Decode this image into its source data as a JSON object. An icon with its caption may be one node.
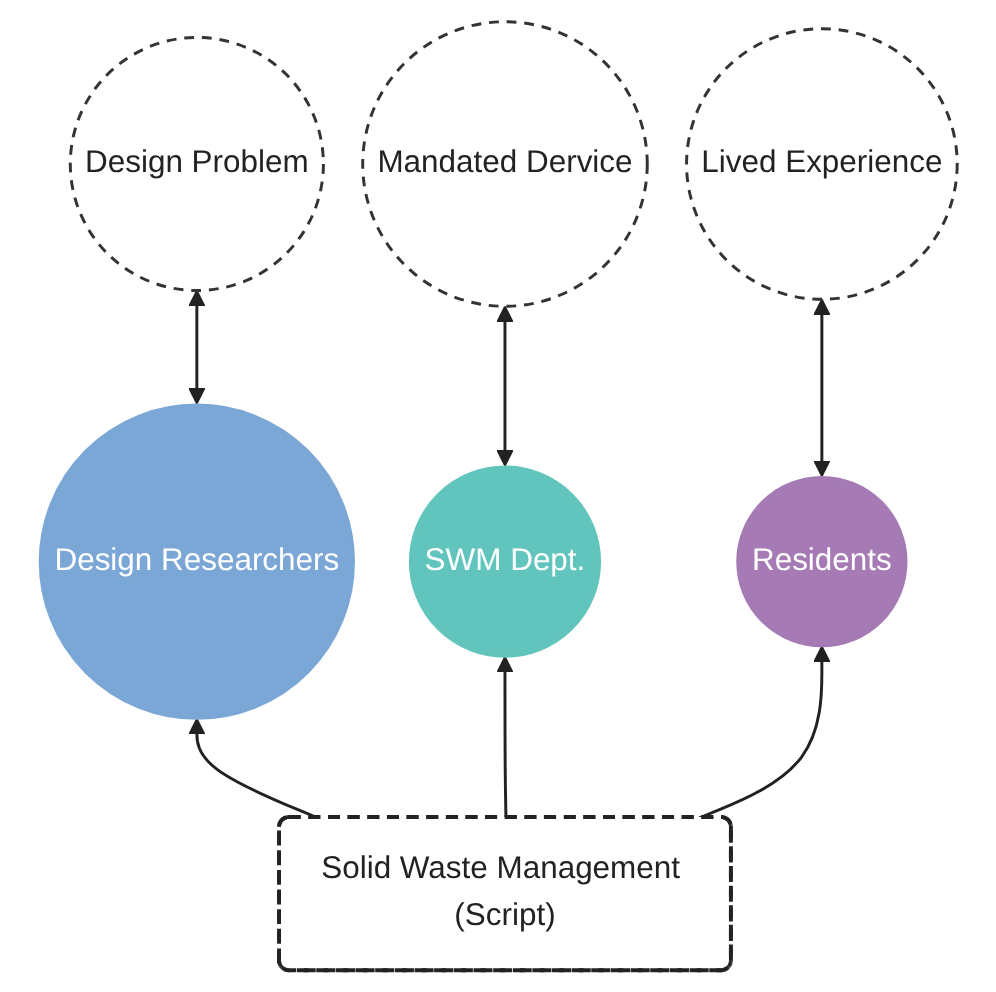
{
  "diagram": {
    "nodes": [
      {
        "text": [
          "Design Problem"
        ]
      },
      {
        "text": [
          "Mandated Dervice"
        ]
      },
      {
        "text": [
          "Lived Experience"
        ]
      },
      {
        "text": [
          "Design Researchers"
        ]
      },
      {
        "text": [
          "SWM Dept."
        ]
      },
      {
        "text": [
          "Residents"
        ]
      },
      {
        "text": [
          "Solid Waste Management (Script)"
        ]
      }
    ],
    "edges": [
      {
        "from": 0,
        "to": 3,
        "arrow": "both"
      },
      {
        "from": 1,
        "to": 4,
        "arrow": "both"
      },
      {
        "from": 2,
        "to": 5,
        "arrow": "both"
      },
      {
        "from": 6,
        "to": 3,
        "arrow": "to"
      },
      {
        "from": 6,
        "to": 4,
        "arrow": "to"
      },
      {
        "from": 6,
        "to": 5,
        "arrow": "to"
      }
    ]
  }
}
